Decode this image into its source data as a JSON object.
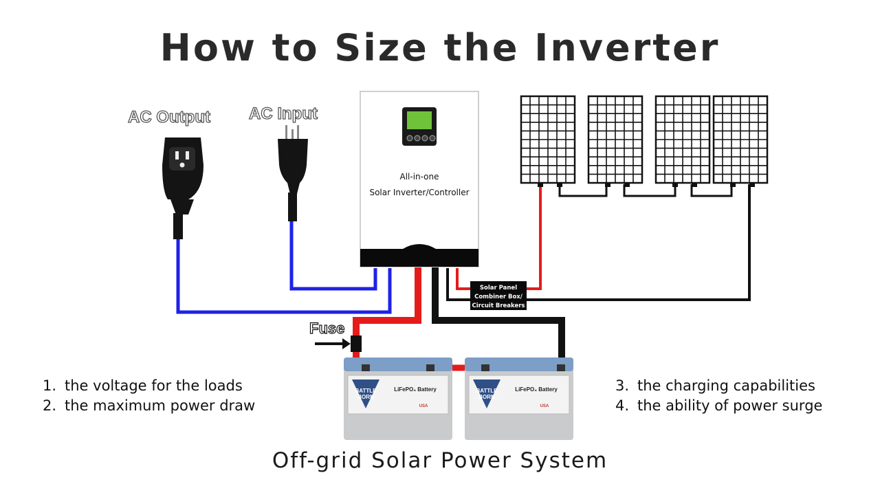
{
  "title": "How to Size the Inverter",
  "subtitle": "Off-grid Solar Power System",
  "labels": {
    "ac_output": "AC Output",
    "ac_input": "AC Input",
    "inverter_line1": "All-in-one",
    "inverter_line2": "Solar Inverter/Controller",
    "combiner_line1": "Solar Panel",
    "combiner_line2": "Combiner Box/",
    "combiner_line3": "Circuit Breakers",
    "fuse": "Fuse",
    "battery_brand_line1": "BATTLE",
    "battery_brand_line2": "BORN",
    "battery_type": "LiFePO₄ Battery",
    "battery_badge": "USA"
  },
  "left_list": [
    {
      "num": "1.",
      "text": "the voltage for the loads"
    },
    {
      "num": "2.",
      "text": "the maximum power draw"
    }
  ],
  "right_list": [
    {
      "num": "3.",
      "text": "the charging capabilities"
    },
    {
      "num": "4.",
      "text": "the ability of power surge"
    }
  ],
  "colors": {
    "ac_wire": "#1f22e6",
    "positive_wire": "#e51b1b",
    "negative_wire": "#111111",
    "battery_body": "#c9cbcc",
    "battery_top": "#7c9ec7",
    "lcd": "#6fc23a"
  }
}
